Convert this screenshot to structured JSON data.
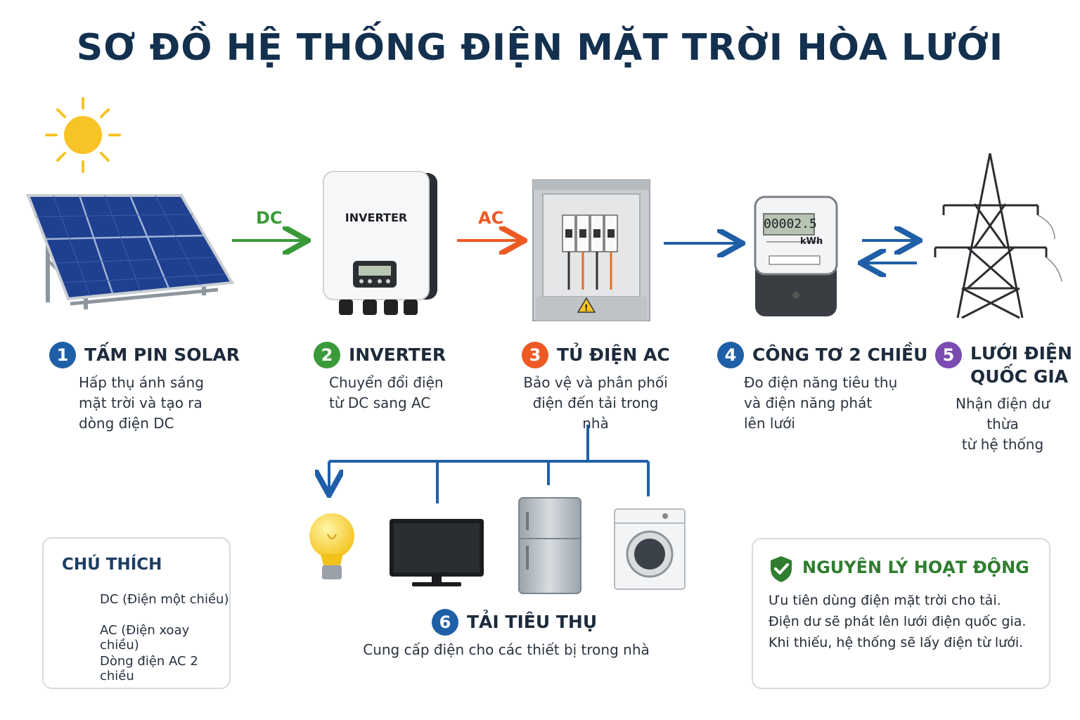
{
  "title": "SƠ ĐỒ HỆ THỐNG ĐIỆN MẶT TRỜI HÒA LƯỚI",
  "colors": {
    "dc": "#3a9a3a",
    "ac": "#ee5a24",
    "ac_bidirectional": "#1f5fa8",
    "heading": "#13314f",
    "principle": "#2f7d2f"
  },
  "flow_labels": {
    "dc": "DC",
    "ac": "AC"
  },
  "steps": [
    {
      "num": "1",
      "color": "#1f5fa8",
      "title": "TẤM PIN SOLAR",
      "desc": [
        "Hấp thụ ánh sáng",
        "mặt trời và tạo ra",
        "dòng điện DC"
      ]
    },
    {
      "num": "2",
      "color": "#3a9a3a",
      "title": "INVERTER",
      "desc": [
        "Chuyển đổi điện",
        "từ DC sang AC"
      ]
    },
    {
      "num": "3",
      "color": "#ee5a24",
      "title": "TỦ ĐIỆN AC",
      "desc": [
        "Bảo vệ và phân phối",
        "điện đến tải trong nhà"
      ]
    },
    {
      "num": "4",
      "color": "#1f5fa8",
      "title": "CÔNG TƠ 2 CHIỀU",
      "desc": [
        "Đo điện năng tiêu thụ",
        "và điện năng phát",
        "lên lưới"
      ]
    },
    {
      "num": "5",
      "color": "#7a4bb0",
      "title": [
        "LƯỚI ĐIỆN",
        "QUỐC GIA"
      ],
      "desc": [
        "Nhận điện dư thừa",
        "từ hệ thống"
      ]
    },
    {
      "num": "6",
      "color": "#1f5fa8",
      "title": "TẢI TIÊU THỤ",
      "desc": [
        "Cung cấp điện cho các thiết bị trong nhà"
      ]
    }
  ],
  "devices": {
    "inverter_label": "INVERTER",
    "meter_display": "00002.5",
    "meter_unit": "kWh"
  },
  "icons": [
    "sun-icon",
    "solar-panel-icon",
    "inverter-icon",
    "ac-cabinet-icon",
    "warning-icon",
    "meter-icon",
    "power-tower-icon",
    "light-bulb-icon",
    "tv-icon",
    "refrigerator-icon",
    "washing-machine-icon",
    "shield-check-icon"
  ],
  "legend": {
    "title": "CHÚ THÍCH",
    "items": [
      {
        "color": "#3a9a3a",
        "label": "DC (Điện một chiều)"
      },
      {
        "color": "#ee5a24",
        "label": "AC (Điện xoay chiều)"
      },
      {
        "color": "#1f5fa8",
        "label": "Dòng điện AC 2 chiều"
      }
    ]
  },
  "principle": {
    "title": "NGUYÊN LÝ HOẠT ĐỘNG",
    "lines": [
      "Ưu tiên dùng điện mặt trời cho tải.",
      "Điện dư sẽ phát lên lưới điện quốc gia.",
      "Khi thiếu, hệ thống sẽ lấy điện từ lưới."
    ]
  }
}
